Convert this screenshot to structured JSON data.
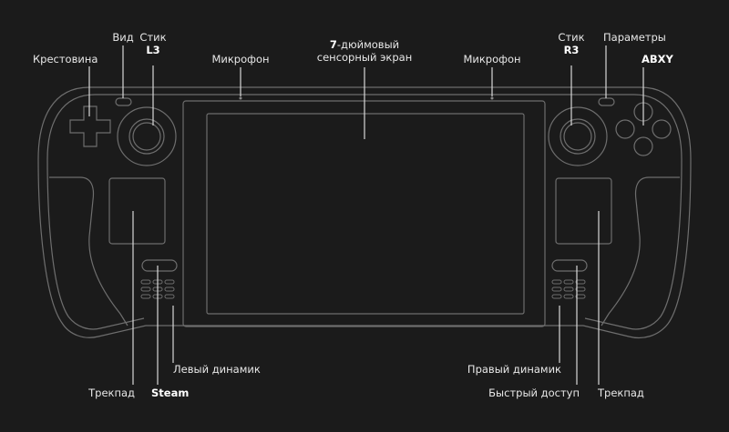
{
  "labels": {
    "dpad": "Крестовина",
    "view": "Вид",
    "stick_left_line1": "Стик",
    "stick_left_line2": "L3",
    "mic_left": "Микрофон",
    "screen_line1_bold": "7",
    "screen_line1_rest": "-дюймовый",
    "screen_line2": "сенсорный экран",
    "mic_right": "Микрофон",
    "stick_right_line1": "Стик",
    "stick_right_line2": "R3",
    "options": "Параметры",
    "abxy": "ABXY",
    "left_speaker": "Левый динамик",
    "trackpad_left": "Трекпад",
    "steam": "Steam",
    "right_speaker": "Правый динамик",
    "quick_access": "Быстрый доступ",
    "trackpad_right": "Трекпад"
  },
  "colors": {
    "background": "#1b1b1b",
    "outline": "#6e6e6e",
    "leader_line": "#d8d8d8",
    "text": "#e8e8e8"
  }
}
